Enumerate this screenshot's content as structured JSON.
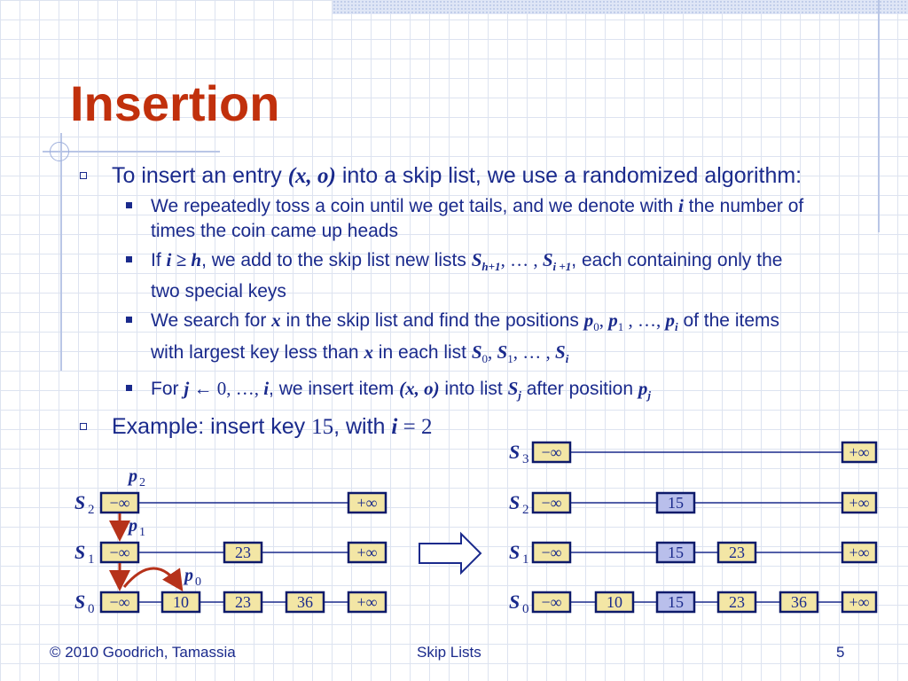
{
  "slide": {
    "title": "Insertion",
    "bullet1_a": "To insert an entry ",
    "bullet1_math": "(x, o)",
    "bullet1_b": " into a skip list, we use a randomized algorithm:",
    "sub1_a": "We repeatedly toss a coin until we get tails, and we denote with ",
    "sub1_math": "i",
    "sub1_b": " the number of times the coin came up heads",
    "sub2_a": "If ",
    "sub2_math": "i ≥ h",
    "sub2_b": ", we add to the skip list new lists ",
    "sub2_math2": "S",
    "sub2_sub2": "h+1",
    "sub2_mid": ", … , ",
    "sub2_math3": "S",
    "sub2_sub3": "i +1",
    "sub2_c": ", each containing only the two special keys",
    "sub3_a": "We search for ",
    "sub3_math": "x",
    "sub3_b": " in the skip list and find the positions ",
    "sub3_math2": "p",
    "sub3_sub2": "0",
    "sub3_mid": ", ",
    "sub3_math3": "p",
    "sub3_sub3": "1",
    "sub3_mid2": " , …, ",
    "sub3_math4": "p",
    "sub3_sub4": "i",
    "sub3_c": " of the items with largest key less than ",
    "sub3_math5": "x",
    "sub3_d": " in each list ",
    "sub3_math6": "S",
    "sub3_sub6": "0",
    "sub3_mid3": ", ",
    "sub3_math7": "S",
    "sub3_sub7": "1",
    "sub3_mid4": ", … , ",
    "sub3_math8": "S",
    "sub3_sub8": "i",
    "sub4_a": "For ",
    "sub4_math": "j",
    "sub4_mid": " ← 0, …, ",
    "sub4_math2": "i",
    "sub4_b": ", we insert item ",
    "sub4_math3": "(x, o)",
    "sub4_c": " into list ",
    "sub4_math4": "S",
    "sub4_sub4": "j",
    "sub4_d": " after position ",
    "sub4_math5": "p",
    "sub4_sub5": "j",
    "bullet2_a": "Example: insert key ",
    "bullet2_num": "15",
    "bullet2_b": ", with ",
    "bullet2_math": "i",
    "bullet2_c": " = 2"
  },
  "diagram": {
    "neg_inf": "−∞",
    "pos_inf": "+∞",
    "left": {
      "lists": [
        {
          "name": "S",
          "sub": "2",
          "keys": []
        },
        {
          "name": "S",
          "sub": "1",
          "keys": [
            "23"
          ]
        },
        {
          "name": "S",
          "sub": "0",
          "keys": [
            "10",
            "23",
            "36"
          ]
        }
      ],
      "pointers": [
        {
          "name": "p",
          "sub": "2"
        },
        {
          "name": "p",
          "sub": "1"
        },
        {
          "name": "p",
          "sub": "0"
        }
      ]
    },
    "right": {
      "lists": [
        {
          "name": "S",
          "sub": "3",
          "keys": []
        },
        {
          "name": "S",
          "sub": "2",
          "keys": [
            "15"
          ]
        },
        {
          "name": "S",
          "sub": "1",
          "keys": [
            "15",
            "23"
          ]
        },
        {
          "name": "S",
          "sub": "0",
          "keys": [
            "10",
            "15",
            "23",
            "36"
          ]
        }
      ]
    },
    "colors": {
      "node_fill": "#f3e6a5",
      "new_node_fill": "#b9bfeb",
      "node_border": "#0d1a6a",
      "arrow": "#b6321a"
    }
  },
  "footer": {
    "left": "© 2010 Goodrich, Tamassia",
    "center": "Skip Lists",
    "right": "5"
  }
}
